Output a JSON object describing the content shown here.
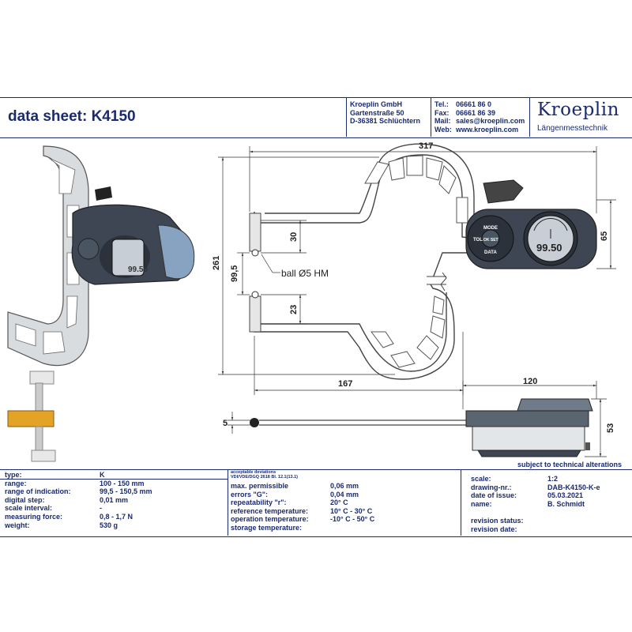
{
  "header": {
    "title": "data sheet:  K4150",
    "address": [
      "Kroeplin GmbH",
      "Gartenstraße 50",
      "D-36381 Schlüchtern"
    ],
    "contact_labels": [
      "Tel.:",
      "Fax:",
      "Mail:",
      "Web:"
    ],
    "contact_values": [
      "06661 86 0",
      "06661 86 39",
      "sales@kroeplin.com",
      "www.kroeplin.com"
    ],
    "logo": "Kroeplin",
    "logo_sub": "Längenmesstechnik"
  },
  "drawing": {
    "dims": {
      "width_total": "317",
      "height_total": "261",
      "range_max": "99,5",
      "jaw_upper": "30",
      "jaw_lower": "23",
      "depth": "167",
      "gauge_height": "65",
      "body_length": "120",
      "body_height": "53",
      "arm_thickness": "5"
    },
    "ball_label": "ball Ø5 HM",
    "display_value": "99.50",
    "buttons": [
      "MODE",
      "TOL",
      "OK SET",
      "DATA"
    ],
    "note": "subject to technical alterations"
  },
  "specs": {
    "labels": [
      "type:",
      "range:",
      "range of indication:",
      "digital step:",
      "scale interval:",
      "measuring force:",
      "weight:"
    ],
    "values": [
      "K",
      "100 - 150 mm",
      "99,5 - 150,5 mm",
      "0,01 mm",
      "-",
      "0,8 - 1,7 N",
      "530 g"
    ]
  },
  "deviations": {
    "caption1": "acceptable deviations",
    "caption2": "VDI/VDE/DGQ 2618 Bl. 12.1(13.1)",
    "labels": [
      "max. permissible",
      "errors \"G\":",
      "repeatability \"r\":",
      "reference temperature:",
      "operation temperature:",
      "storage temperature:"
    ],
    "values": [
      "",
      "0,06 mm",
      "0,04 mm",
      "20° C",
      "10° C - 30° C",
      "-10° C - 50° C"
    ]
  },
  "drawinfo": {
    "labels": [
      "scale:",
      "drawing-nr.:",
      "date of issue:",
      "name:",
      "",
      "revision status:",
      "revision date:"
    ],
    "values": [
      "1:2",
      "DAB-K4150-K-e",
      "05.03.2021",
      "B. Schmidt",
      "",
      "",
      ""
    ]
  }
}
